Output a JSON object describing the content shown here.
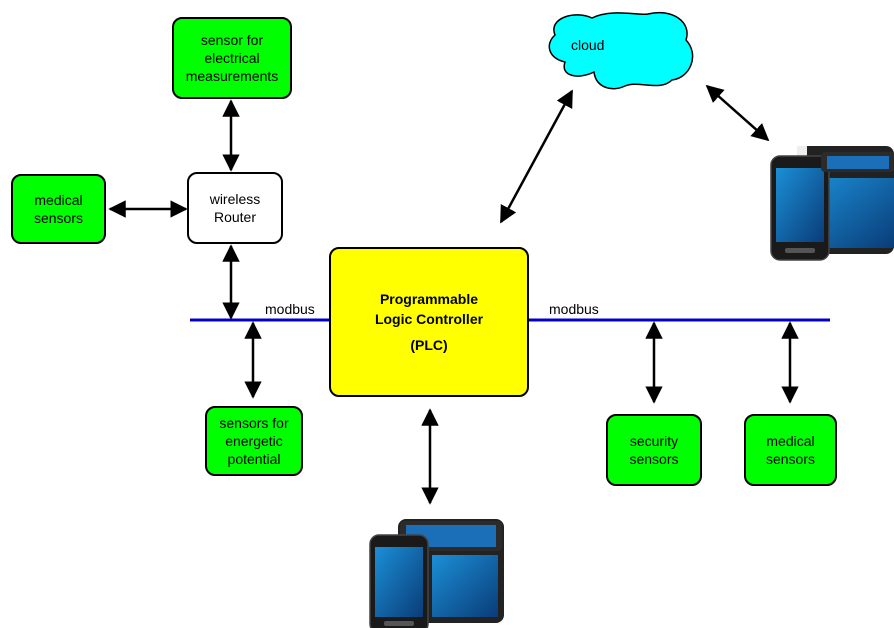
{
  "nodes": {
    "electrical_sensor": "sensor for\nelectrical\nmeasurements",
    "medical_sensors_left": "medical\nsensors",
    "wireless_router": "wireless\nRouter",
    "plc_line1": "Programmable",
    "plc_line2": "Logic Controller",
    "plc_abbr": "(PLC)",
    "energetic_sensors": "sensors for\nenergetic\npotential",
    "security_sensors": "security\nsensors",
    "medical_sensors_right": "medical\nsensors",
    "cloud": "cloud"
  },
  "links": {
    "modbus_left": "modbus",
    "modbus_right": "modbus"
  },
  "colors": {
    "sensor_fill": "#00ff00",
    "plc_fill": "#ffff00",
    "cloud_fill": "#00ffff",
    "bus_line": "#0000cc"
  },
  "icons": [
    "mobile-devices-icon-top-right",
    "mobile-devices-icon-bottom"
  ]
}
